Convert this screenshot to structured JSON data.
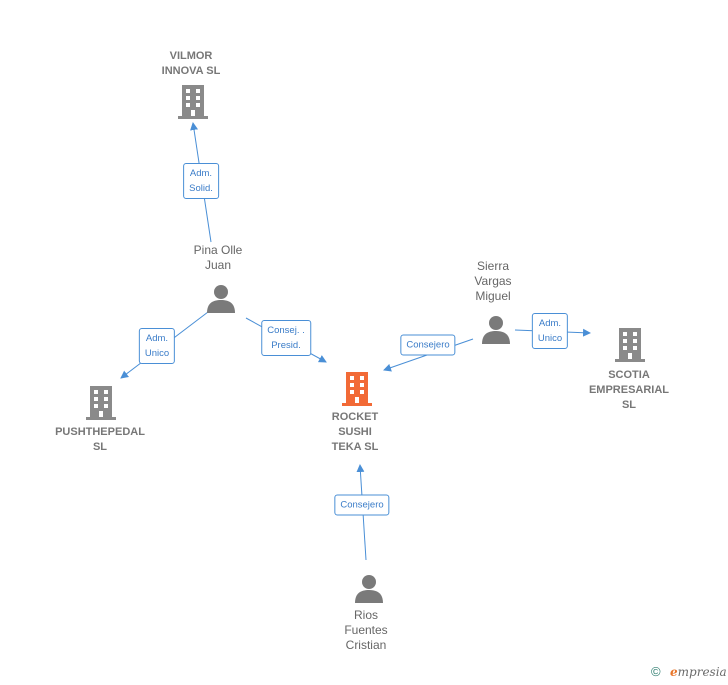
{
  "nodes": {
    "vilmor": {
      "label": "VILMOR\nINNOVA  SL",
      "type": "company"
    },
    "pushthepedal": {
      "label": "PUSHTHEPEDAL\nSL",
      "type": "company"
    },
    "rocket": {
      "label": "ROCKET\nSUSHI\nTEKA  SL",
      "type": "company-main"
    },
    "scotia": {
      "label": "SCOTIA\nEMPRESARIAL\nSL",
      "type": "company"
    },
    "pina": {
      "label": "Pina Olle\nJuan",
      "type": "person"
    },
    "sierra": {
      "label": "Sierra\nVargas\nMiguel",
      "type": "person"
    },
    "rios": {
      "label": "Rios\nFuentes\nCristian",
      "type": "person"
    }
  },
  "edges": {
    "pina_vilmor": "Adm.\nSolid.",
    "pina_push": "Adm.\nUnico",
    "pina_rocket": "Consej. .\nPresid.",
    "sierra_rocket": "Consejero",
    "sierra_scotia": "Adm.\nUnico",
    "rios_rocket": "Consejero"
  },
  "footer": {
    "copyright": "©",
    "brand_initial": "e",
    "brand_rest": "mpresia"
  },
  "colors": {
    "edge": "#4a8fd6",
    "company_icon": "#8a8a8a",
    "main_icon": "#f26a36",
    "person_icon": "#7a7a7a"
  }
}
